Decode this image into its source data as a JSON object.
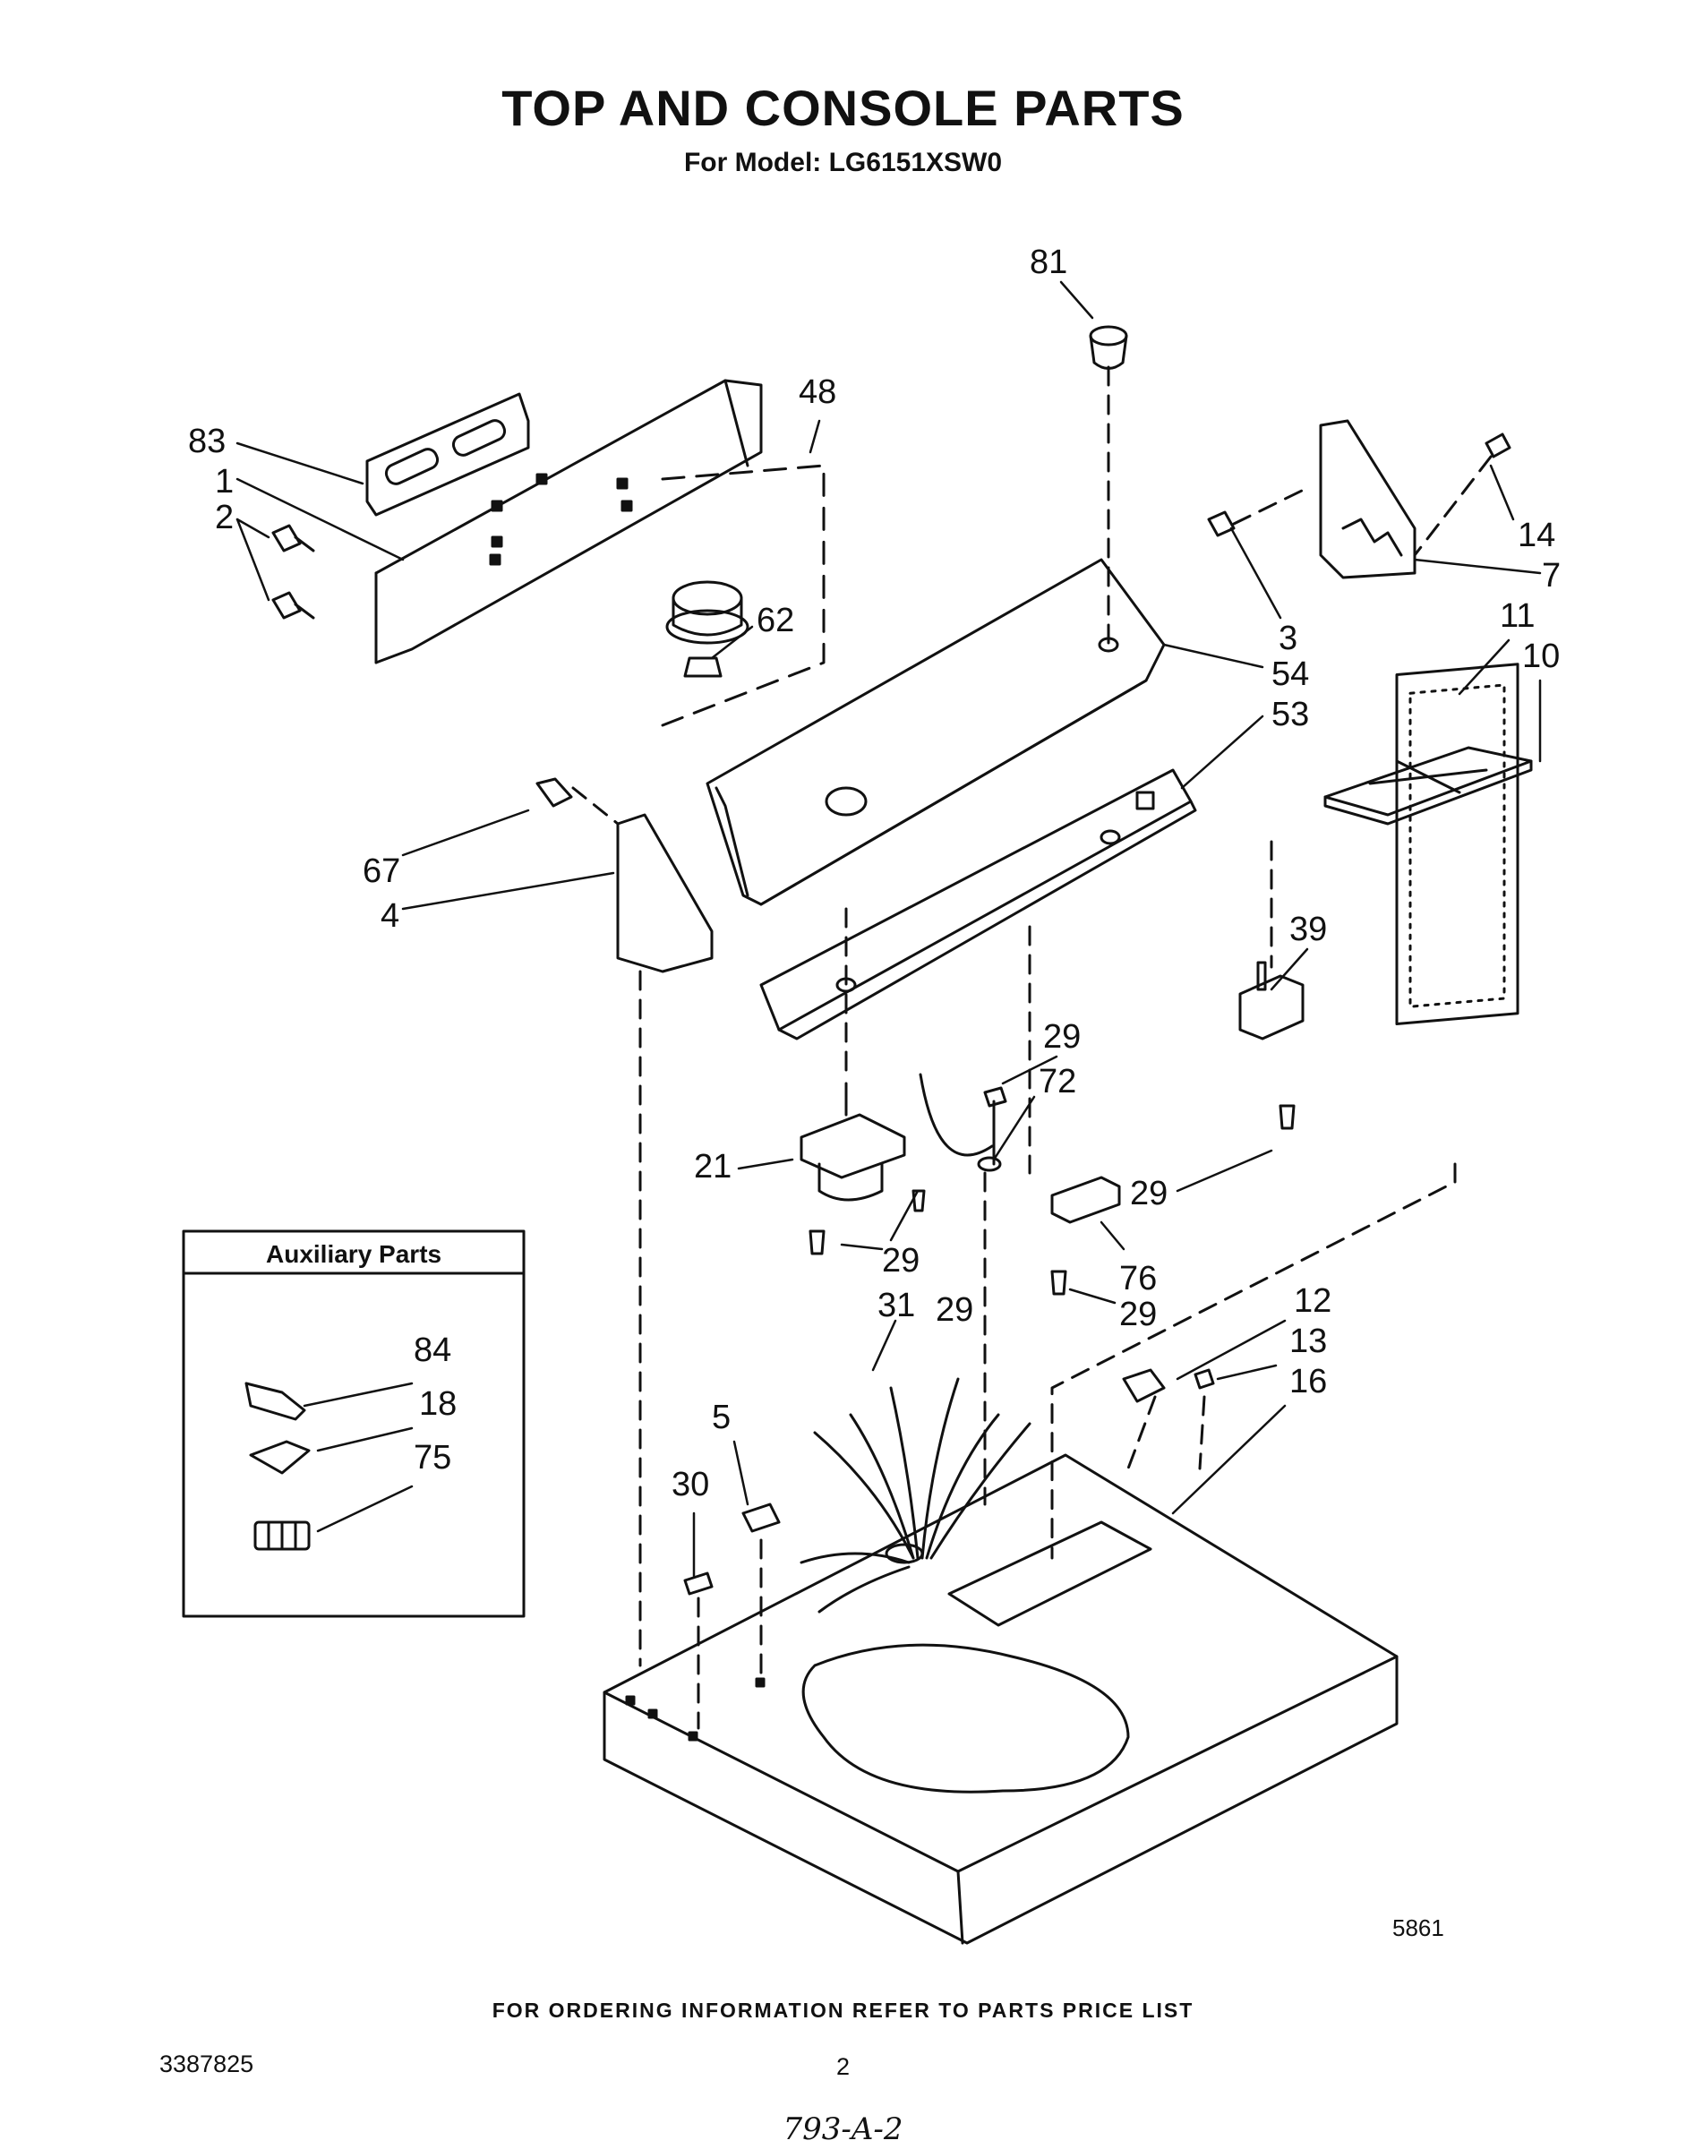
{
  "title": "TOP AND CONSOLE PARTS",
  "subtitle": "For Model: LG6151XSW0",
  "figure_id": "5861",
  "footer_note": "FOR ORDERING INFORMATION REFER TO PARTS PRICE LIST",
  "document_number": "3387825",
  "page_number": "2",
  "handwritten_mark": "793-A-2",
  "auxiliary_box": {
    "title": "Auxiliary Parts"
  },
  "callouts": {
    "c81": "81",
    "c48": "48",
    "c83": "83",
    "c1": "1",
    "c2": "2",
    "c62": "62",
    "c14": "14",
    "c7": "7",
    "c3": "3",
    "c54": "54",
    "c53": "53",
    "c11": "11",
    "c10": "10",
    "c67": "67",
    "c4": "4",
    "c39": "39",
    "c29a": "29",
    "c72": "72",
    "c21": "21",
    "c29b": "29",
    "c29c": "29",
    "c29d": "29",
    "c76": "76",
    "c29e": "29",
    "c31": "31",
    "c12": "12",
    "c13": "13",
    "c16": "16",
    "c5": "5",
    "c30": "30",
    "c84": "84",
    "c18": "18",
    "c75": "75"
  }
}
